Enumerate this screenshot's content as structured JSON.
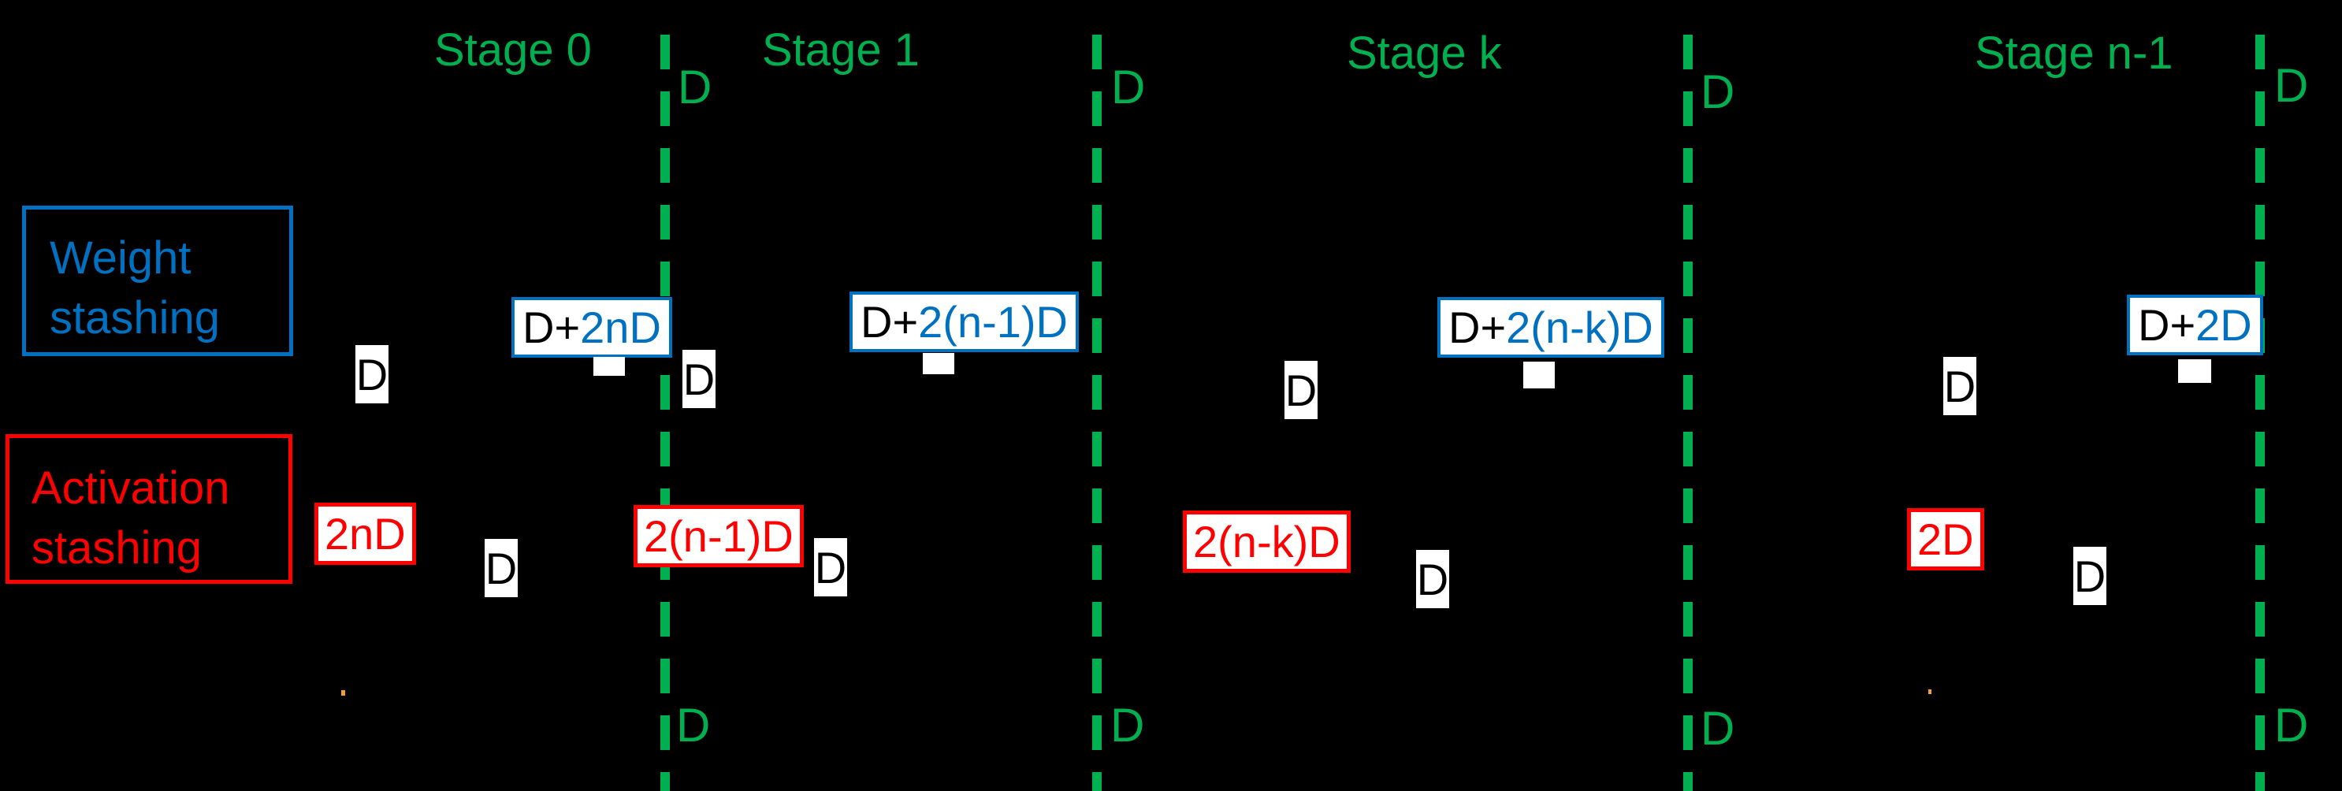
{
  "colors": {
    "background": "#000000",
    "green": "#00B050",
    "blue": "#0070C0",
    "red": "#FF0000",
    "white": "#FFFFFF",
    "black": "#000000"
  },
  "legend": {
    "weight_line1": "Weight",
    "weight_line2": "stashing",
    "activation_line1": "Activation",
    "activation_line2": "stashing"
  },
  "stages": [
    {
      "title": "Stage 0",
      "weight_initial": "D",
      "weight_peak_base": "D+",
      "weight_peak_stash": "2nD",
      "activation_peak": "2nD",
      "activation_initial": "D",
      "boundary_top": "D",
      "boundary_bottom": "D"
    },
    {
      "title": "Stage 1",
      "weight_initial": "D",
      "weight_peak_base": "D+",
      "weight_peak_stash": "2(n-1)D",
      "activation_peak": "2(n-1)D",
      "activation_initial": "D",
      "boundary_top": "D",
      "boundary_bottom": "D"
    },
    {
      "title": "Stage k",
      "weight_initial": "D",
      "weight_peak_base": "D+",
      "weight_peak_stash": "2(n-k)D",
      "activation_peak": "2(n-k)D",
      "activation_initial": "D",
      "boundary_top": "D",
      "boundary_bottom": "D"
    },
    {
      "title": "Stage n-1",
      "weight_initial": "D",
      "weight_peak_base": "D+",
      "weight_peak_stash": "2D",
      "activation_peak": "2D",
      "activation_initial": "D",
      "boundary_top": "D",
      "boundary_bottom": "D"
    }
  ]
}
